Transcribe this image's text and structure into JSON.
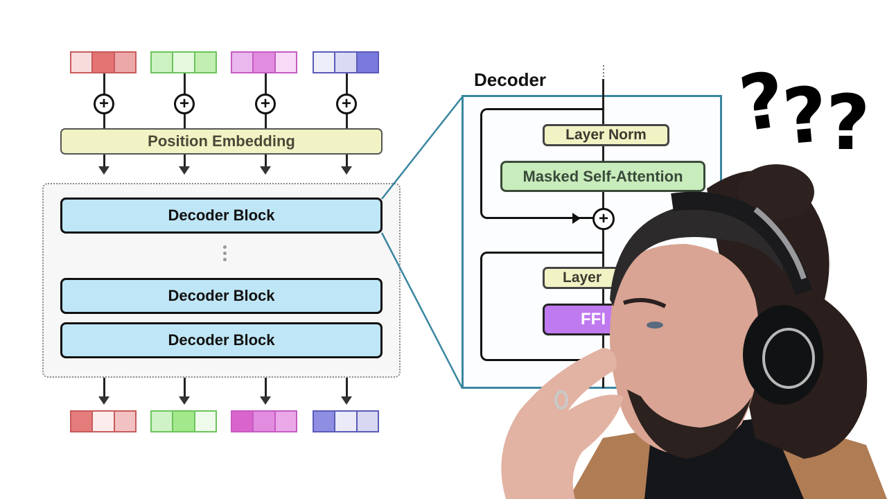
{
  "diagram": {
    "input_tokens": [
      {
        "name": "token-1",
        "border": "#c85a5a",
        "cells": [
          "#f8dcdc",
          "#e47474",
          "#eca8a8"
        ]
      },
      {
        "name": "token-2",
        "border": "#6cc45c",
        "cells": [
          "#cdf2c2",
          "#e4f9de",
          "#c2eeb2"
        ]
      },
      {
        "name": "token-3",
        "border": "#c45cc2",
        "cells": [
          "#eab8ec",
          "#e28ce0",
          "#f6daf6"
        ]
      },
      {
        "name": "token-4",
        "border": "#5a5ab8",
        "cells": [
          "#eeeefa",
          "#dadaf4",
          "#7a7ade"
        ]
      }
    ],
    "output_tokens": [
      {
        "name": "token-1",
        "border": "#c85a5a",
        "cells": [
          "#e47c7c",
          "#fdecec",
          "#f2c2c2"
        ]
      },
      {
        "name": "token-2",
        "border": "#6cc45c",
        "cells": [
          "#cff2c6",
          "#a4e88c",
          "#eefbea"
        ]
      },
      {
        "name": "token-3",
        "border": "#c45cc2",
        "cells": [
          "#d864cc",
          "#e28ce0",
          "#eaa8e8"
        ]
      },
      {
        "name": "token-4",
        "border": "#5a5ab8",
        "cells": [
          "#8e8ee2",
          "#eaeaf8",
          "#d8d8f2"
        ]
      }
    ],
    "plus_symbol": "+",
    "position_embedding_label": "Position Embedding",
    "decoder_blocks": [
      "Decoder Block",
      "Decoder Block",
      "Decoder Block"
    ],
    "decoder_detail": {
      "title": "Decoder",
      "layer_norm_1": "Layer Norm",
      "masked_self_attention": "Masked Self-Attention",
      "layer_norm_2": "Layer",
      "ffn": "FFI",
      "accent_color": "#3a86a0"
    }
  },
  "overlay": {
    "question_marks": [
      "?",
      "?",
      "?"
    ]
  }
}
